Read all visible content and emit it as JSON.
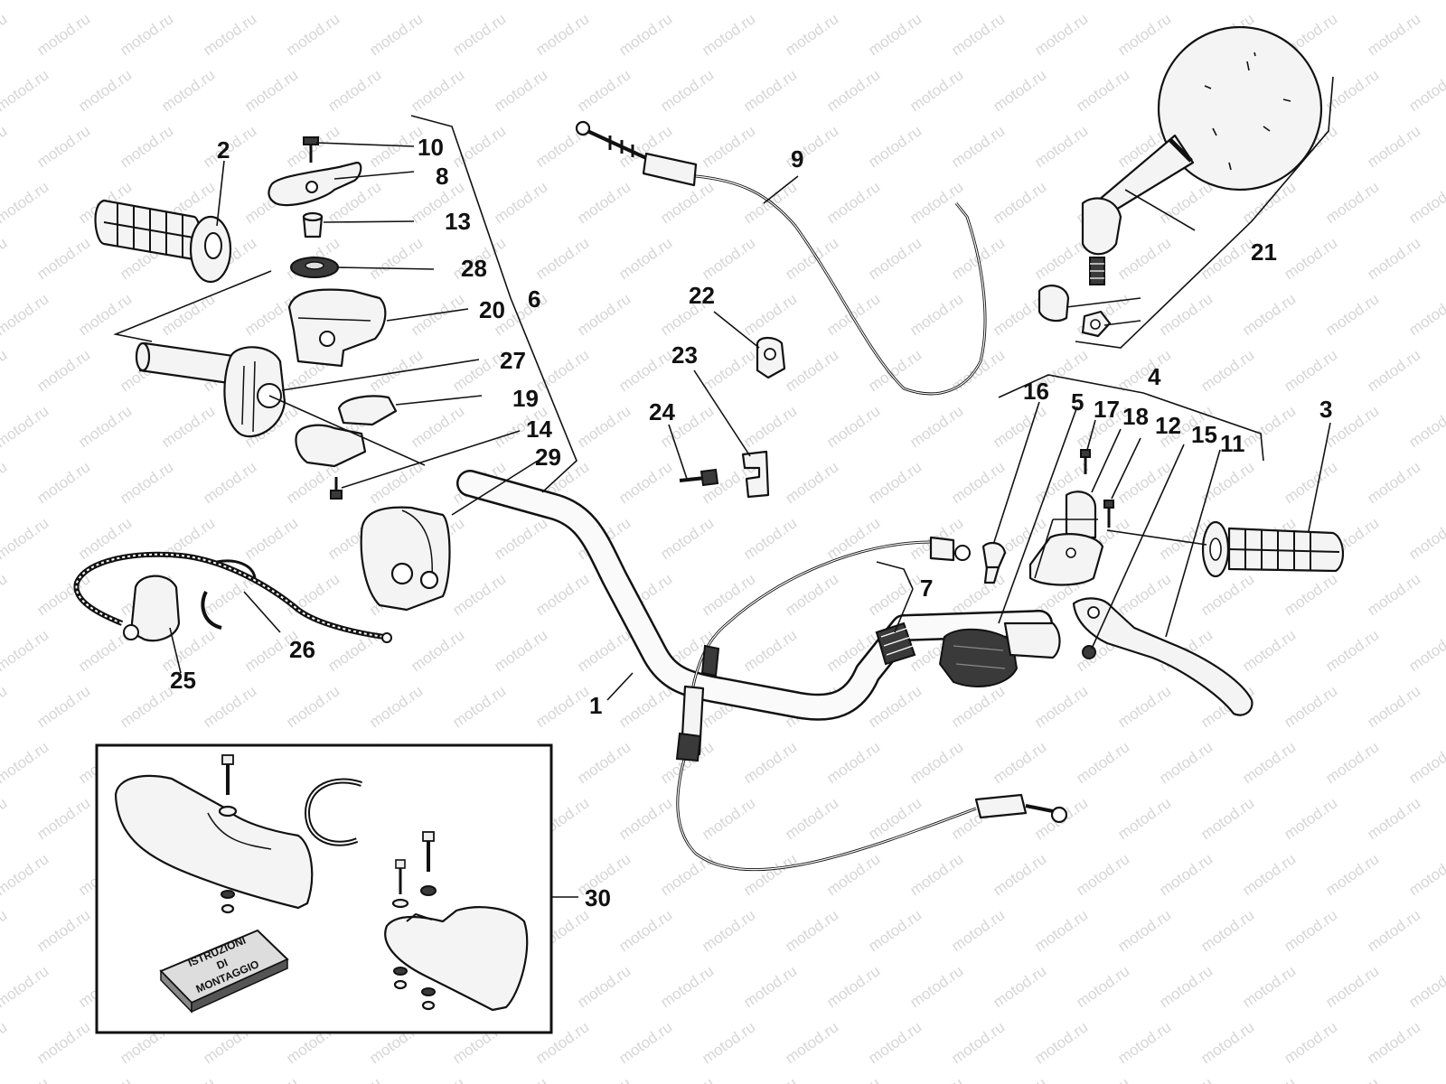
{
  "watermark": "motod.ru",
  "callouts": [
    {
      "id": "1",
      "text": "1"
    },
    {
      "id": "2",
      "text": "2"
    },
    {
      "id": "3",
      "text": "3"
    },
    {
      "id": "4",
      "text": "4"
    },
    {
      "id": "5",
      "text": "5"
    },
    {
      "id": "6",
      "text": "6"
    },
    {
      "id": "7",
      "text": "7"
    },
    {
      "id": "8",
      "text": "8"
    },
    {
      "id": "9",
      "text": "9"
    },
    {
      "id": "10",
      "text": "10"
    },
    {
      "id": "11",
      "text": "11"
    },
    {
      "id": "12",
      "text": "12"
    },
    {
      "id": "13",
      "text": "13"
    },
    {
      "id": "14",
      "text": "14"
    },
    {
      "id": "15",
      "text": "15"
    },
    {
      "id": "16",
      "text": "16"
    },
    {
      "id": "17",
      "text": "17"
    },
    {
      "id": "18",
      "text": "18"
    },
    {
      "id": "19",
      "text": "19"
    },
    {
      "id": "20",
      "text": "20"
    },
    {
      "id": "21",
      "text": "21"
    },
    {
      "id": "22",
      "text": "22"
    },
    {
      "id": "23",
      "text": "23"
    },
    {
      "id": "24",
      "text": "24"
    },
    {
      "id": "25",
      "text": "25"
    },
    {
      "id": "26",
      "text": "26"
    },
    {
      "id": "27",
      "text": "27"
    },
    {
      "id": "28",
      "text": "28"
    },
    {
      "id": "29",
      "text": "29"
    },
    {
      "id": "30",
      "text": "30"
    }
  ],
  "kit_box": {
    "booklet_line1": "ISTRUZIONI",
    "booklet_line2": "DI",
    "booklet_line3": "MONTAGGIO"
  }
}
